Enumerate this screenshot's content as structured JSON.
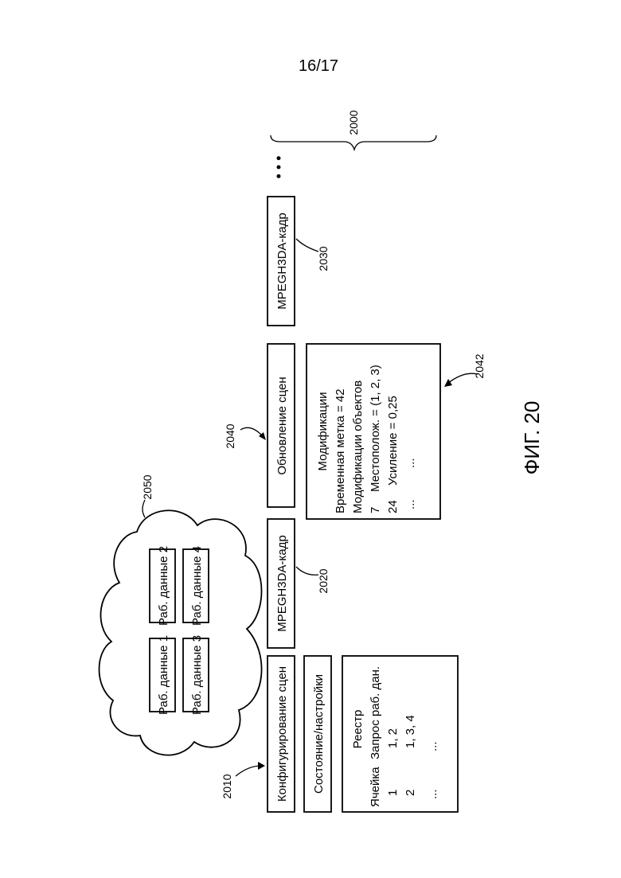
{
  "page_number": "16/17",
  "figure_label": "ФИГ. 20",
  "stream": {
    "ref": "2000",
    "ellipsis": "• • •"
  },
  "scene_config": {
    "ref": "2010",
    "title": "Конфигурирование сцен",
    "state_title": "Состояние/настройки",
    "registry": {
      "heading": "Реестр",
      "col_cell": "Ячейка",
      "col_request": "Запрос раб. дан.",
      "rows": [
        {
          "cell": "1",
          "request": "1, 2"
        },
        {
          "cell": "2",
          "request": "1, 3, 4"
        },
        {
          "cell": "...",
          "request": "..."
        }
      ]
    }
  },
  "frame_2020": {
    "ref": "2020",
    "label": "MPEGH3DA-кадр"
  },
  "frame_2030": {
    "ref": "2030",
    "label": "MPEGH3DA-кадр"
  },
  "scene_update": {
    "ref": "2040",
    "title": "Обновление сцен",
    "mods_ref": "2042",
    "mods": {
      "heading": "Модификации",
      "timestamp": "Временная метка = 42",
      "objects_title": "Модификации объектов",
      "rows": [
        {
          "id": "7",
          "text": "Местополож. = (1, 2, 3)"
        },
        {
          "id": "24",
          "text": "Усиление = 0,25"
        },
        {
          "id": "...",
          "text": "..."
        }
      ]
    }
  },
  "cloud": {
    "ref": "2050",
    "items": [
      "Раб. данные 1",
      "Раб. данные 2",
      "Раб. данные 3",
      "Раб. данные 4"
    ]
  }
}
